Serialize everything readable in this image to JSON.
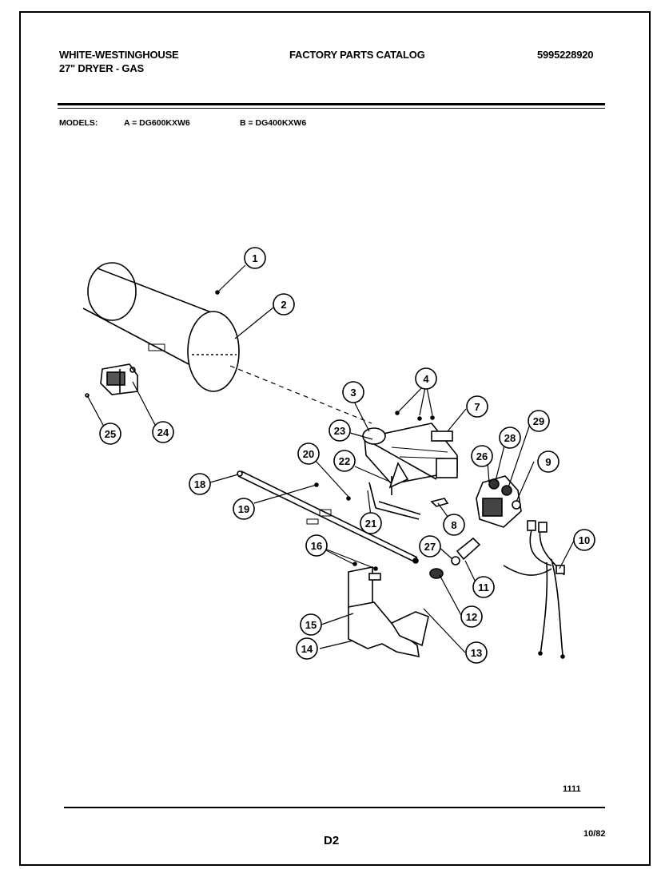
{
  "header": {
    "brand": "WHITE-WESTINGHOUSE",
    "product": "27\" DRYER - GAS",
    "catalog": "FACTORY PARTS CATALOG",
    "catalog_number": "5995228920"
  },
  "models": {
    "label": "MODELS:",
    "model_a": "A = DG600KXW6",
    "model_b": "B = DG400KXW6"
  },
  "callouts": [
    "1",
    "2",
    "3",
    "4",
    "7",
    "8",
    "9",
    "10",
    "11",
    "12",
    "13",
    "14",
    "15",
    "16",
    "18",
    "19",
    "20",
    "21",
    "22",
    "23",
    "24",
    "25",
    "26",
    "27",
    "28",
    "29"
  ],
  "footer": {
    "code": "1111",
    "page": "D2",
    "date": "10/82"
  }
}
